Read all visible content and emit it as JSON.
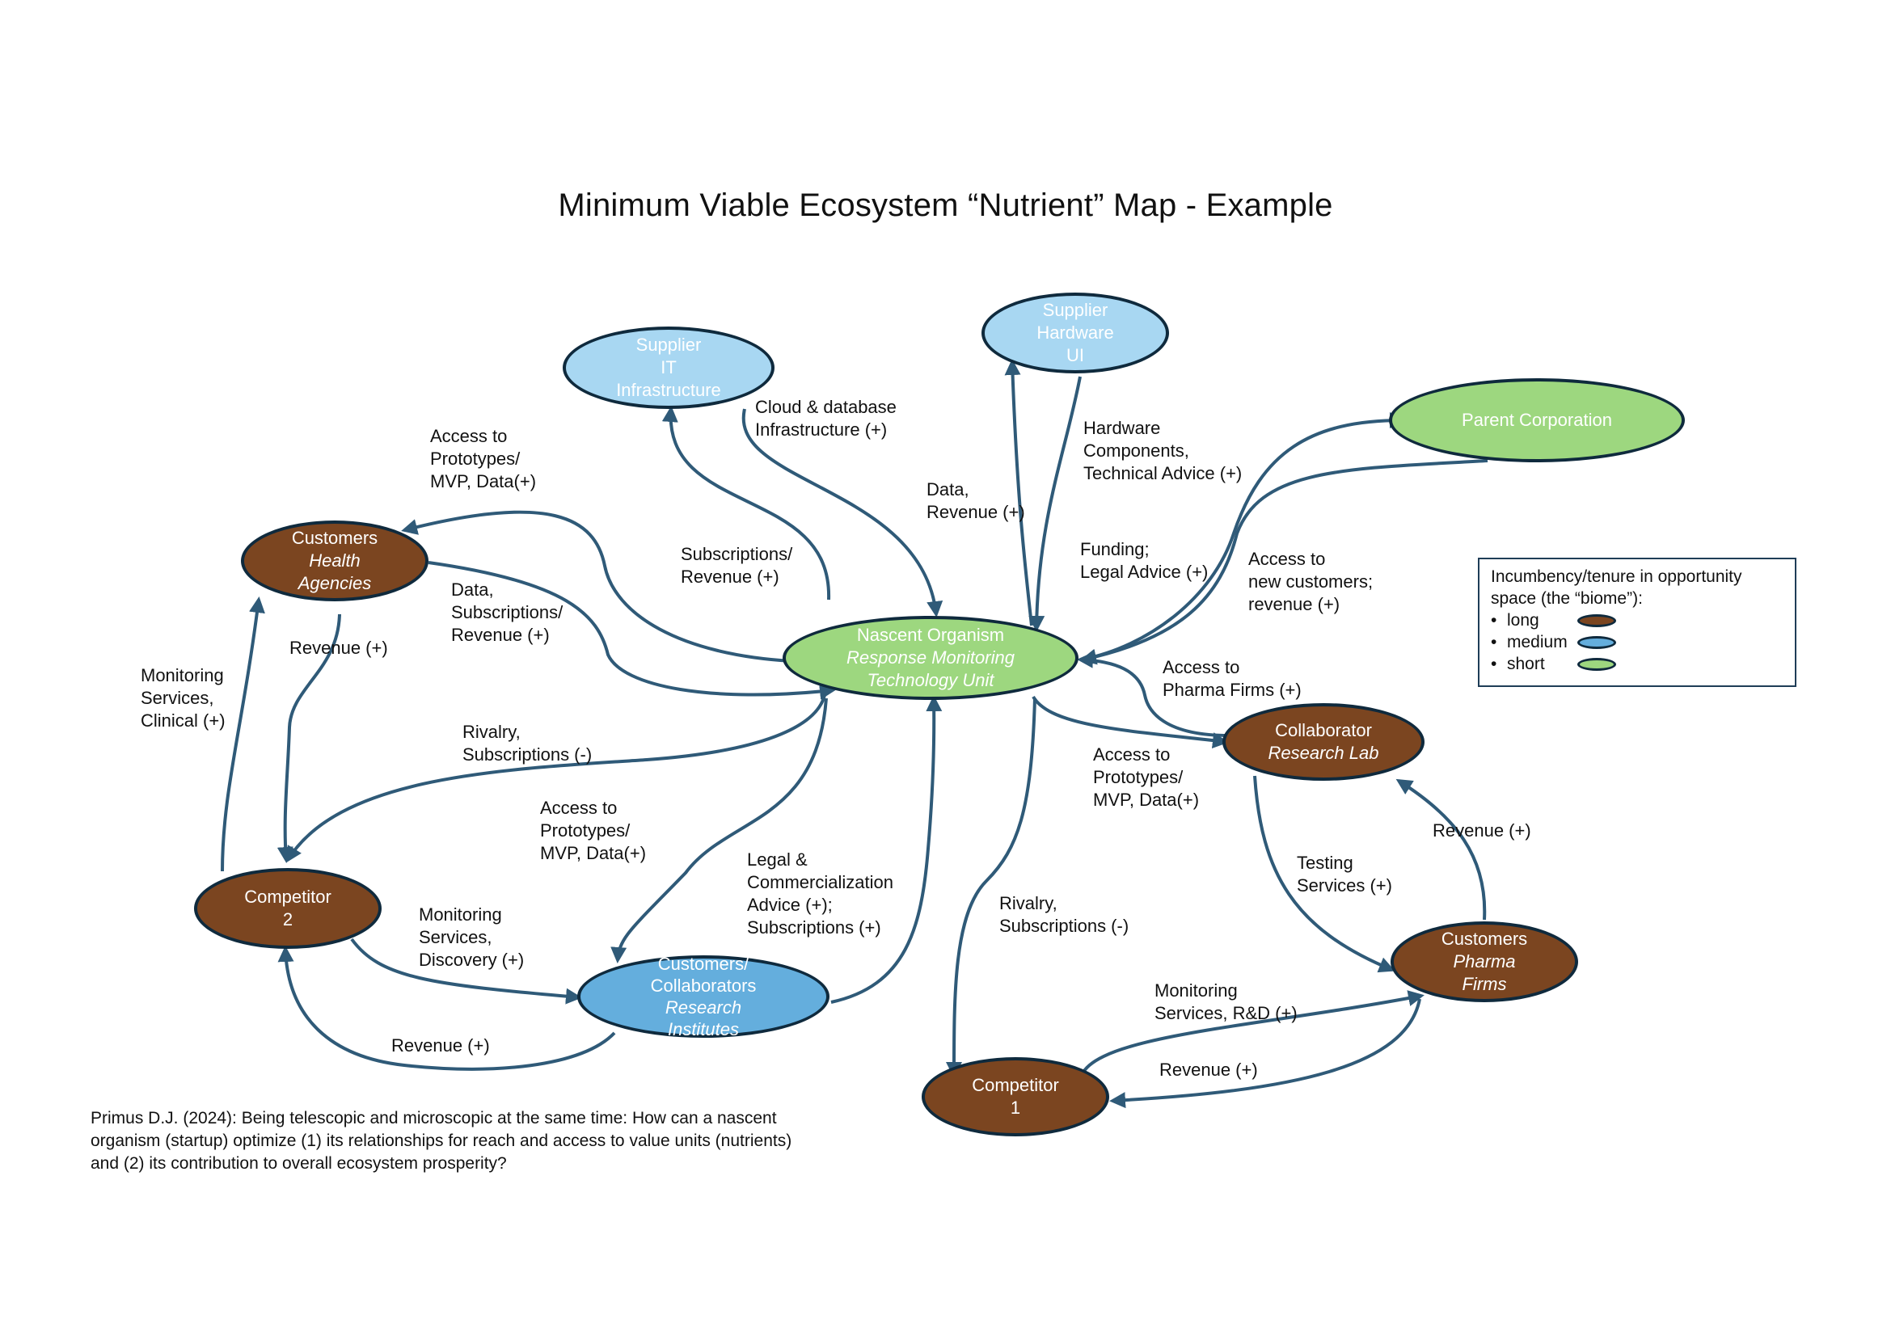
{
  "title": "Minimum Viable Ecosystem “Nutrient” Map - Example",
  "colors": {
    "long": "#7b4520",
    "medium": "#64aedd",
    "short": "#9dd77f",
    "supplier": "#a8d7f2",
    "outline": "#0f2a3d",
    "arrow": "#2f5a78"
  },
  "nodes": {
    "supplier_it": {
      "lines": [
        "Supplier",
        "IT",
        "Infrastructure"
      ],
      "tenure": "supplier"
    },
    "supplier_hw": {
      "lines": [
        "Supplier",
        "Hardware",
        "UI"
      ],
      "tenure": "supplier"
    },
    "parent": {
      "lines": [
        "Parent Corporation"
      ],
      "tenure": "short"
    },
    "health": {
      "label": "Customers",
      "sub": [
        "Health",
        "Agencies"
      ],
      "tenure": "long"
    },
    "nascent": {
      "label": "Nascent Organism",
      "sub": [
        "Response Monitoring",
        "Technology Unit"
      ],
      "tenure": "short"
    },
    "collab_lab": {
      "label": "Collaborator",
      "sub": [
        "Research Lab"
      ],
      "tenure": "long"
    },
    "competitor2": {
      "lines": [
        "Competitor",
        "2"
      ],
      "tenure": "long"
    },
    "institutes": {
      "label": "Customers/",
      "label2": "Collaborators",
      "sub": [
        "Research",
        "Institutes"
      ],
      "tenure": "medium"
    },
    "pharma": {
      "label": "Customers",
      "sub": [
        "Pharma",
        "Firms"
      ],
      "tenure": "long"
    },
    "competitor1": {
      "lines": [
        "Competitor",
        "1"
      ],
      "tenure": "long"
    }
  },
  "edge_labels": {
    "cloud": [
      "Cloud & database",
      "Infrastructure (+)"
    ],
    "access_health": [
      "Access to",
      "Prototypes/",
      "MVP, Data(+)"
    ],
    "hardware": [
      "Hardware",
      "Components,",
      "Technical Advice (+)"
    ],
    "data_revenue": [
      "Data,",
      "Revenue (+)"
    ],
    "subs_revenue": [
      "Subscriptions/",
      "Revenue (+)"
    ],
    "funding": [
      "Funding;",
      "Legal Advice (+)"
    ],
    "access_new": [
      "Access to",
      "new customers;",
      "revenue (+)"
    ],
    "data_subs": [
      "Data,",
      "Subscriptions/",
      "Revenue (+)"
    ],
    "revenue_health": [
      "Revenue (+)"
    ],
    "monitoring_clinical": [
      "Monitoring",
      "Services,",
      "Clinical (+)"
    ],
    "access_pharma": [
      "Access to",
      "Pharma Firms (+)"
    ],
    "rivalry2": [
      "Rivalry,",
      "Subscriptions (-)"
    ],
    "access_lab": [
      "Access to",
      "Prototypes/",
      "MVP, Data(+)"
    ],
    "access_institutes": [
      "Access to",
      "Prototypes/",
      "MVP, Data(+)"
    ],
    "legal": [
      "Legal &",
      "Commercialization",
      "Advice (+);",
      "Subscriptions (+)"
    ],
    "revenue_lab": [
      "Revenue (+)"
    ],
    "testing": [
      "Testing",
      "Services (+)"
    ],
    "monitoring_discovery": [
      "Monitoring",
      "Services,",
      "Discovery (+)"
    ],
    "rivalry1": [
      "Rivalry,",
      "Subscriptions (-)"
    ],
    "monitoring_rd": [
      "Monitoring",
      "Services, R&D (+)"
    ],
    "revenue_c2": [
      "Revenue (+)"
    ],
    "revenue_c1": [
      "Revenue (+)"
    ]
  },
  "legend": {
    "heading": [
      "Incumbency/tenure in opportunity",
      "space (the “biome”):"
    ],
    "items": [
      {
        "label": "long",
        "tenure": "long"
      },
      {
        "label": "medium",
        "tenure": "medium"
      },
      {
        "label": "short",
        "tenure": "short"
      }
    ]
  },
  "citation": [
    "Primus D.J. (2024): Being telescopic and microscopic at the same time: How can a nascent",
    "organism (startup) optimize (1) its relationships for reach and access to value units (nutrients)",
    "and (2) its contribution to overall ecosystem prosperity?"
  ]
}
